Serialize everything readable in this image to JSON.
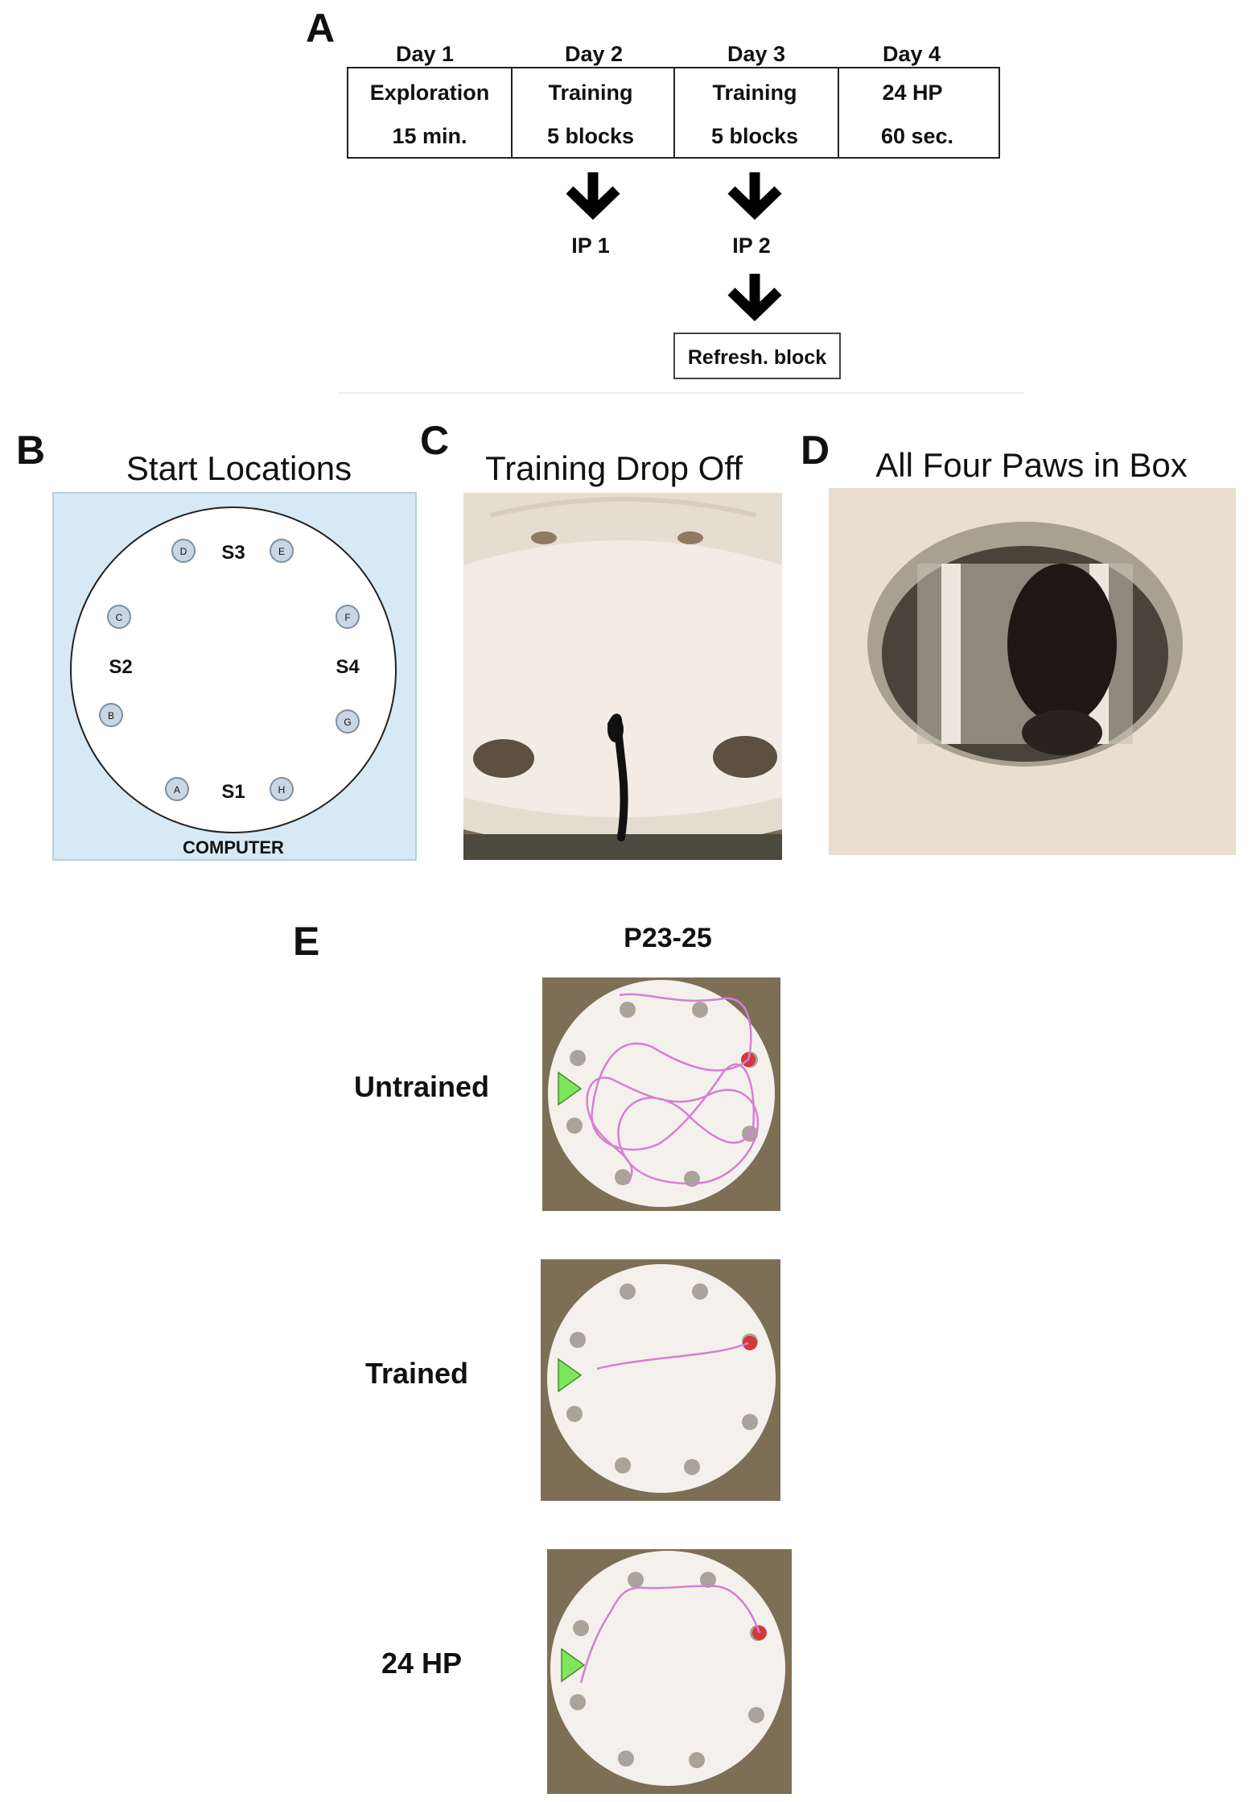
{
  "panel_a": {
    "letter": "A",
    "days": [
      {
        "header": "Day 1",
        "line1": "Exploration",
        "line2": "15 min."
      },
      {
        "header": "Day 2",
        "line1": "Training",
        "line2": "5 blocks"
      },
      {
        "header": "Day 3",
        "line1": "Training",
        "line2": "5 blocks"
      },
      {
        "header": "Day 4",
        "line1": "24 HP",
        "line2": "60 sec."
      }
    ],
    "ip1": "IP 1",
    "ip2": "IP 2",
    "refresh": "Refresh. block"
  },
  "panel_b": {
    "letter": "B",
    "title": "Start Locations",
    "holes": [
      "A",
      "B",
      "C",
      "D",
      "E",
      "F",
      "G",
      "H"
    ],
    "starts": [
      "S1",
      "S2",
      "S3",
      "S4"
    ],
    "bottom": "COMPUTER"
  },
  "panel_c": {
    "letter": "C",
    "title": "Training Drop Off"
  },
  "panel_d": {
    "letter": "D",
    "title": "All Four Paws in Box"
  },
  "panel_e": {
    "letter": "E",
    "age": "P23-25",
    "rows": [
      "Untrained",
      "Trained",
      "24 HP"
    ]
  },
  "colors": {
    "maze_bg": "#d6e9f5",
    "hole": "#c9d6e3",
    "track": "#d77fd3",
    "start_marker": "#7ee65a",
    "photo_bg": "#7d6e56"
  }
}
